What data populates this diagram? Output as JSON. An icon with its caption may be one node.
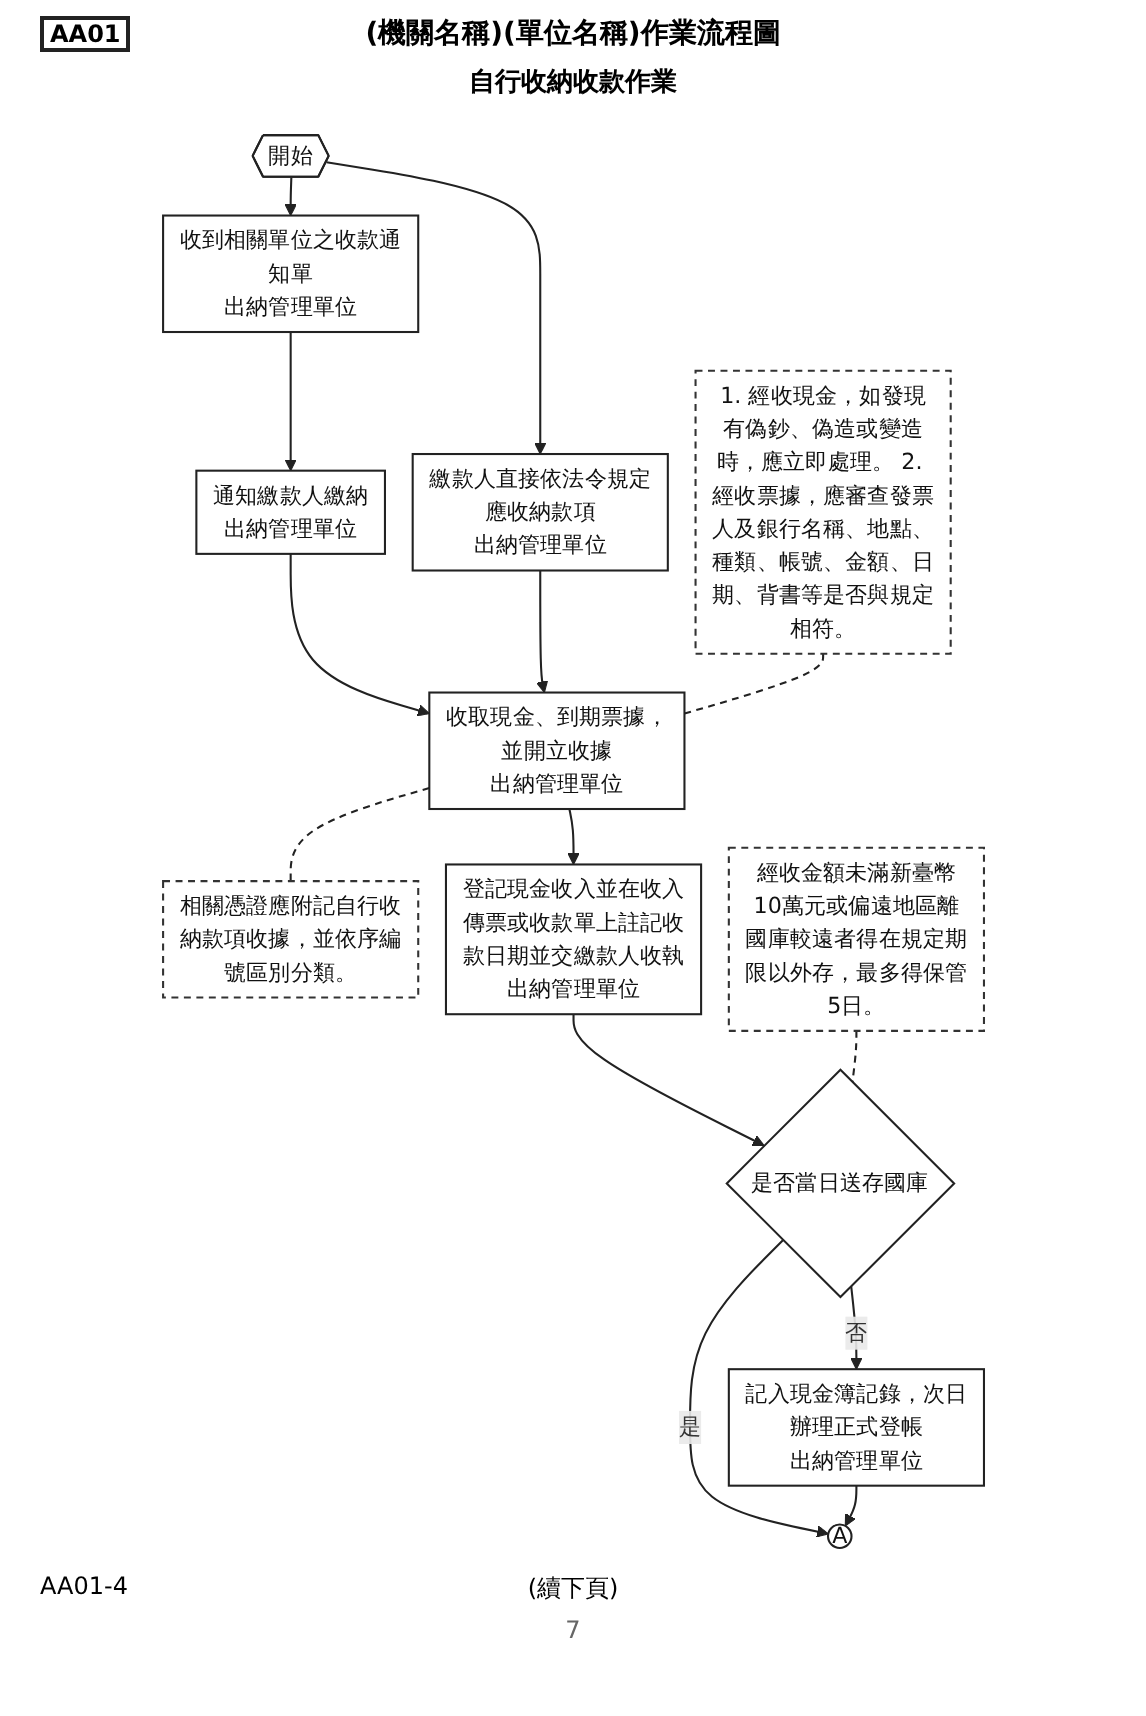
{
  "diagram": {
    "title": "(機關名稱)(單位名稱)作業流程圖",
    "nodes": [
      {
        "text": [
          "開始"
        ]
      },
      {
        "text": [
          "收到相關單位之收款通知單",
          "出納管理單位"
        ]
      },
      {
        "text": [
          "繳款人直接依法令規定應收納款項",
          "出納管理單位"
        ]
      },
      {
        "text": [
          "通知繳款人繳納",
          "出納管理單位"
        ]
      },
      {
        "text": [
          "1. 經收現金，如發現有偽鈔、偽造或變造時，應立即處理。 2. 經收票據，應審查發票人及銀行名稱、地點、種類、帳號、金額、日期、背書等是否與規定相符。"
        ]
      },
      {
        "text": [
          "收取現金、到期票據，並開立收據",
          "出納管理單位"
        ]
      },
      {
        "text": [
          "相關憑證應附記自行收納款項收據，並依序編號區別分類。"
        ]
      },
      {
        "text": [
          "登記現金收入並在收入傳票或收款單上註記收款日期並交繳款人收執",
          "出納管理單位"
        ]
      },
      {
        "text": [
          "經收金額未滿新臺幣10萬元或偏遠地區離國庫較遠者得在規定期限以外存，最多得保管5日。"
        ]
      },
      {
        "text": [
          "是否當日送存國庫"
        ]
      },
      {
        "text": [
          "記入現金簿記錄，次日辦理正式登帳",
          "出納管理單位"
        ]
      },
      {
        "text": [
          "A"
        ]
      }
    ],
    "edges": [
      {
        "from": 0,
        "to": 1,
        "arrow": "to"
      },
      {
        "from": 0,
        "to": 2,
        "arrow": "to"
      },
      {
        "from": 1,
        "to": 3,
        "arrow": "to"
      },
      {
        "from": 3,
        "to": 5,
        "arrow": "to"
      },
      {
        "from": 2,
        "to": 5,
        "arrow": "to"
      },
      {
        "from": 4,
        "to": 5,
        "arrow": "none",
        "style": "dashed"
      },
      {
        "from": 5,
        "to": 6,
        "arrow": "none",
        "style": "dashed"
      },
      {
        "from": 5,
        "to": 7,
        "arrow": "to"
      },
      {
        "from": 7,
        "to": 9,
        "arrow": "to"
      },
      {
        "from": 8,
        "to": 9,
        "arrow": "none",
        "style": "dashed"
      },
      {
        "from": 9,
        "to": 10,
        "arrow": "to",
        "label": "否"
      },
      {
        "from": 9,
        "to": 11,
        "arrow": "to",
        "label": "是"
      },
      {
        "from": 10,
        "to": 11,
        "arrow": "to"
      }
    ],
    "labels": [
      "AA01",
      "自行收納收款作業",
      "AA01-4",
      "(續下頁)",
      "7"
    ]
  }
}
